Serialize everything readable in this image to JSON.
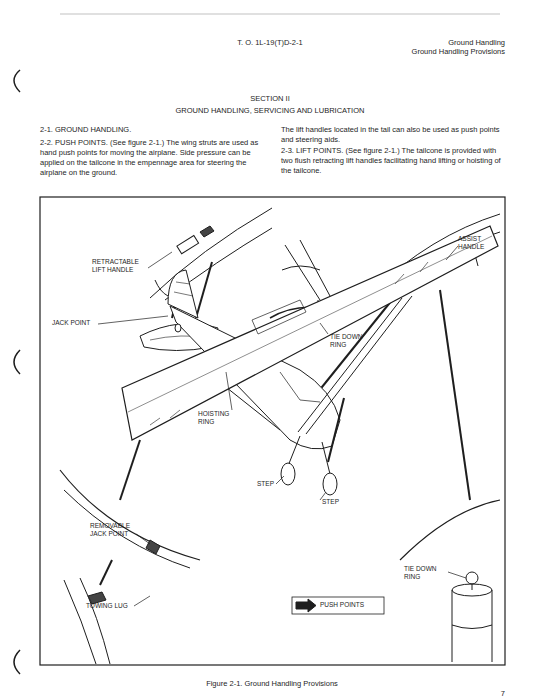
{
  "diagram": {
    "title": "GROUND HANDLING, SERVICING AND LUBRICATION",
    "caption": "Figure 2-1. Ground Handling Provisions",
    "labels": [
      "T. O. 1L-19(T)D-2-1",
      "Ground Handling",
      "Ground Handling Provisions",
      "SECTION II",
      "2-1. GROUND HANDLING.",
      "2-2. PUSH POINTS. (See figure 2-1.) The wing struts are used as hand push points for moving the airplane. Side pressure can be applied on the tailcone in the empennage area for steering the airplane on the ground.",
      "The lift handles located in the tail can also be used as push points and steering aids.",
      "2-3. LIFT POINTS. (See figure 2-1.) The tailcone is provided with two flush retracting lift handles facilitating hand lifting or hoisting of the tailcone.",
      "RETRACTABLE LIFT HANDLE",
      "JACK POINT",
      "TIE DOWN RING",
      "ASSIST HANDLE",
      "HOISTING RING",
      "STEP",
      "STEP",
      "REMOVABLE JACK POINT",
      "TIE DOWN RING",
      "TOWING LUG",
      "7"
    ],
    "legend": [
      {
        "text": "PUSH POINTS"
      }
    ]
  }
}
